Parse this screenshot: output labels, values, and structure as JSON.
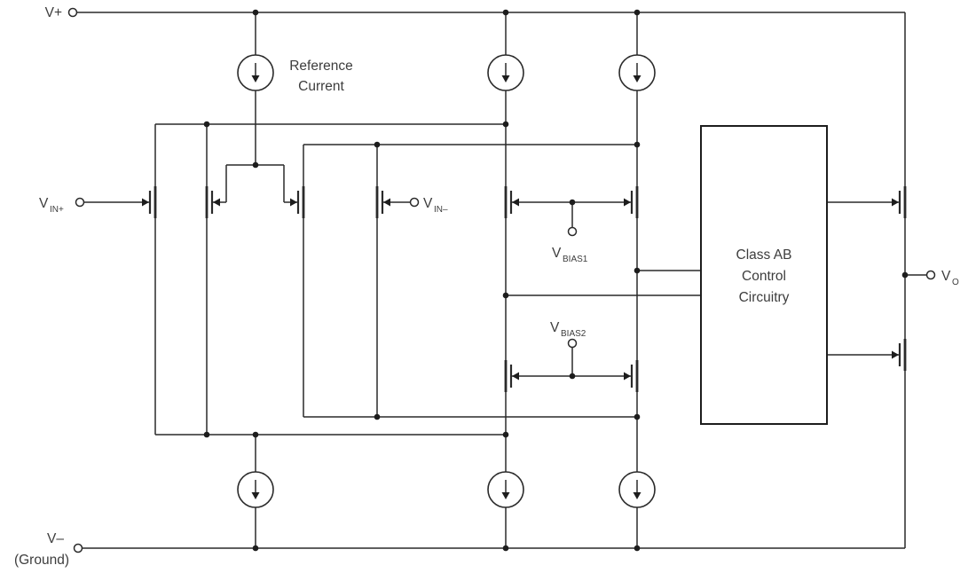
{
  "labels": {
    "v_plus": "V+",
    "v_minus": "V–",
    "ground": "(Ground)",
    "vin_plus": {
      "main": "V",
      "sub": "IN+"
    },
    "vin_minus": {
      "main": "V",
      "sub": "IN–"
    },
    "vbias1": {
      "main": "V",
      "sub": "BIAS1"
    },
    "vbias2": {
      "main": "V",
      "sub": "BIAS2"
    },
    "vout": {
      "main": "V",
      "sub": "O"
    },
    "reference_current": {
      "line1": "Reference",
      "line2": "Current"
    },
    "class_ab_block": {
      "line1": "Class AB",
      "line2": "Control",
      "line3": "Circuitry"
    }
  },
  "colors": {
    "wire": "#2a2a2a",
    "text": "#3d3d3d",
    "background": "#ffffff"
  }
}
